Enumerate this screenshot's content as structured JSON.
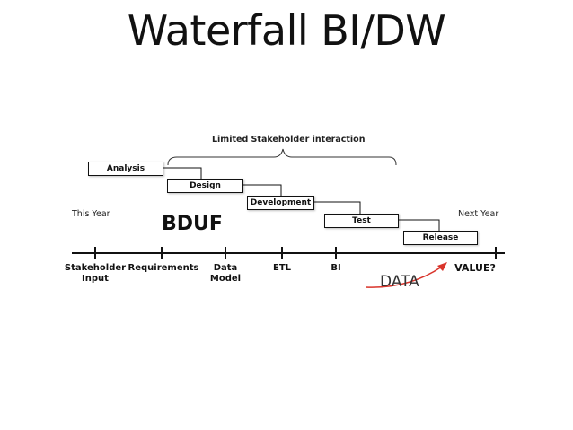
{
  "slide": {
    "title": "Waterfall BI/DW",
    "interaction_label": "Limited Stakeholder interaction",
    "this_year": "This Year",
    "next_year": "Next Year",
    "bduf": "BDUF",
    "data_label": "DATA"
  },
  "phases": [
    "Analysis",
    "Design",
    "Development",
    "Test",
    "Release"
  ],
  "milestones": [
    "Stakeholder\nInput",
    "Requirements",
    "Data\nModel",
    "ETL",
    "BI",
    "VALUE?"
  ],
  "colors": {
    "arrow": "#d9342b",
    "line": "#111111"
  }
}
